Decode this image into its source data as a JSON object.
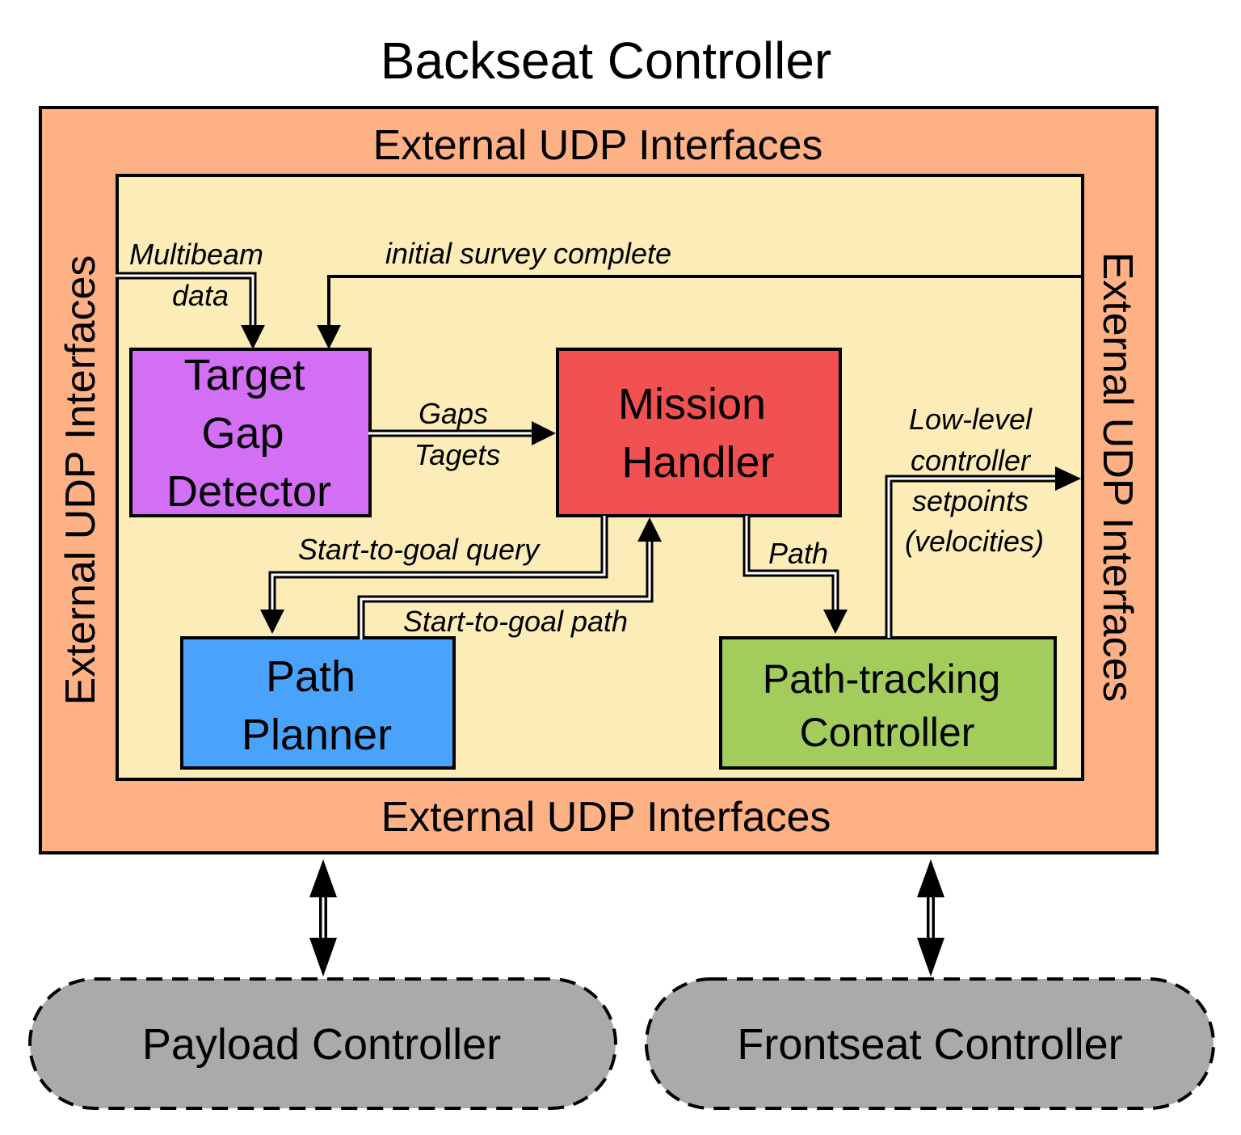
{
  "title": "Backseat  Controller",
  "interfaces": {
    "top": "External UDP Interfaces",
    "bottom": "External UDP Interfaces",
    "left": "External UDP Interfaces",
    "right": "External UDP Interfaces"
  },
  "nodes": {
    "target_gap_detector": {
      "lines": [
        "Target",
        "Gap",
        "Detector"
      ],
      "color": "#d36ff5"
    },
    "mission_handler": {
      "lines": [
        "Mission",
        "Handler"
      ],
      "color": "#f25152"
    },
    "path_planner": {
      "lines": [
        "Path",
        "Planner"
      ],
      "color": "#4aa3fb"
    },
    "path_tracking_controller": {
      "lines": [
        "Path-tracking",
        "Controller"
      ],
      "color": "#a2cd5c"
    },
    "payload_controller": {
      "label": "Payload Controller",
      "color": "#aaaaaa"
    },
    "frontseat_controller": {
      "label": "Frontseat Controller",
      "color": "#aaaaaa"
    }
  },
  "edges": {
    "multibeam": [
      "Multibeam",
      "data"
    ],
    "initial_survey": "initial survey complete",
    "gaps_targets": [
      "Gaps",
      "Tagets"
    ],
    "start_to_goal_query": "Start-to-goal query",
    "start_to_goal_path": "Start-to-goal path",
    "path": "Path",
    "low_level": [
      "Low-level",
      "controller",
      "setpoints",
      "(velocities)"
    ]
  },
  "colors": {
    "outer_fill": "#fdb184",
    "inner_fill": "#fcedb8"
  }
}
